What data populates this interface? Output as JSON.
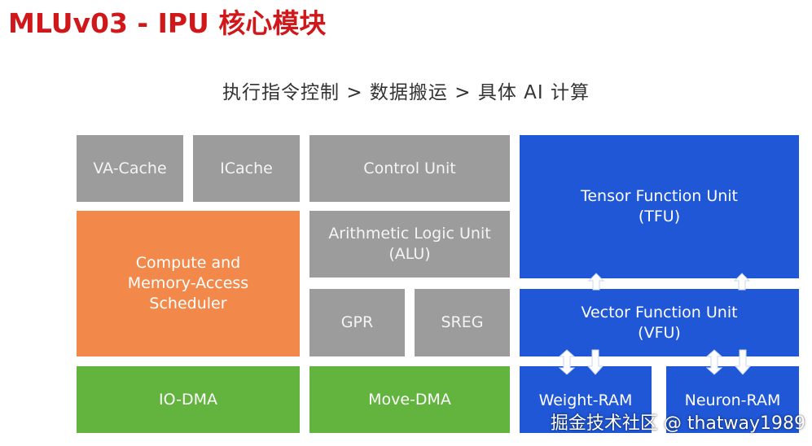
{
  "title": "MLUv03 - IPU 核心模块",
  "subtitle": "执行指令控制 > 数据搬运 > 具体 AI 计算",
  "blocks": {
    "va_cache": "VA-Cache",
    "icache": "ICache",
    "control_unit": "Control Unit",
    "scheduler": "Compute and\nMemory-Access\nScheduler",
    "alu": "Arithmetic Logic Unit\n(ALU)",
    "gpr": "GPR",
    "sreg": "SREG",
    "io_dma": "IO-DMA",
    "move_dma": "Move-DMA",
    "tfu": "Tensor Function Unit\n(TFU)",
    "vfu": "Vector Function Unit\n(VFU)",
    "weight_ram": "Weight-RAM",
    "neuron_ram": "Neuron-RAM"
  },
  "colors": {
    "title": "#d0181b",
    "gray": "#9c9c9c",
    "orange": "#f2894a",
    "green": "#62b43e",
    "blue": "#1f57d6"
  },
  "watermark": "掘金技术社区 @ thatway1989"
}
